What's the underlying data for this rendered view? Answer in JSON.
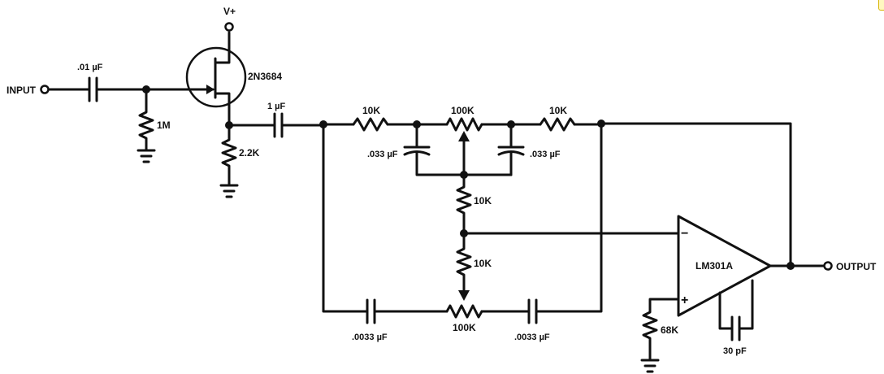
{
  "labels": {
    "input": "INPUT",
    "output": "OUTPUT",
    "vplus": "V+",
    "jfet": "2N3684",
    "c_in": ".01 µF",
    "r_gate": "1M",
    "r_source": "2.2K",
    "c_couple": "1 µF",
    "r_top_left": "10K",
    "pot_top": "100K",
    "r_top_right": "10K",
    "c_top_left": ".033 µF",
    "c_top_right": ".033 µF",
    "r_mid_upper": "10K",
    "r_mid_lower": "10K",
    "c_bot_left": ".0033 µF",
    "pot_bot": "100K",
    "c_bot_right": ".0033 µF",
    "opamp": "LM301A",
    "opamp_minus": "−",
    "opamp_plus": "+",
    "r_bias": "68K",
    "c_comp": "30 pF"
  }
}
